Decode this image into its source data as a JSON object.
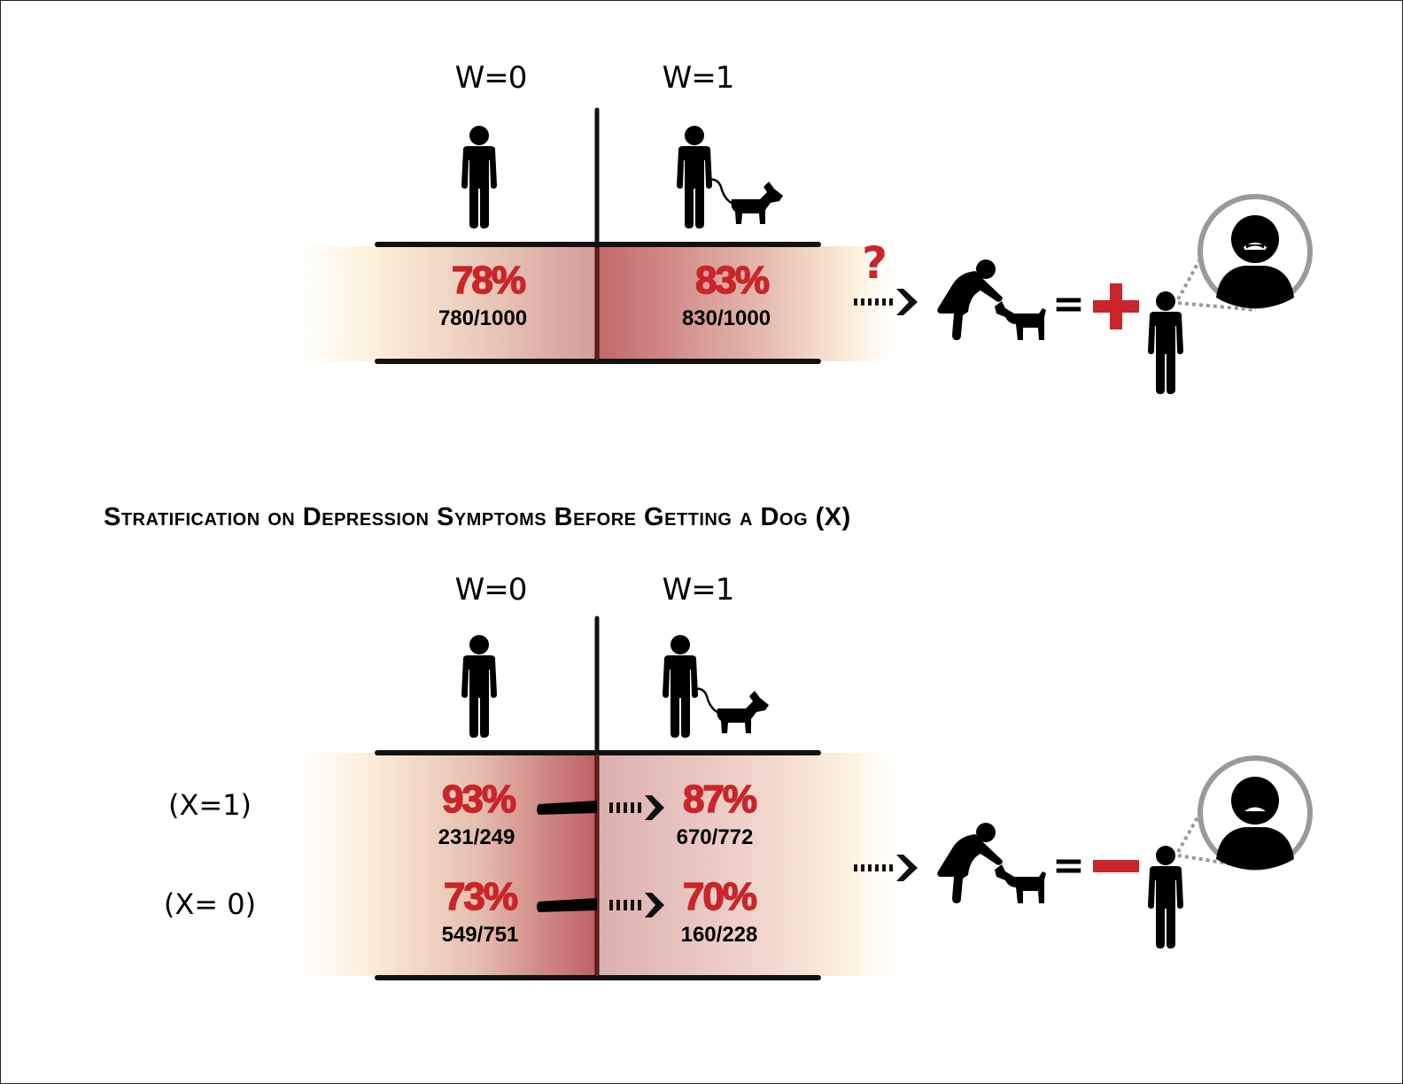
{
  "top_panel": {
    "columns": [
      "W=0",
      "W=1"
    ],
    "w0": {
      "percent": "78%",
      "count": "780/1000"
    },
    "w1": {
      "percent": "83%",
      "count": "830/1000"
    },
    "question_mark": "?",
    "equals": "=",
    "result_sign": "+"
  },
  "section_title": "Stratification on Depression Symptoms Before Getting a Dog (X)",
  "bottom_panel": {
    "columns": [
      "W=0",
      "W=1"
    ],
    "rows": [
      {
        "label": "(X=1)",
        "w0_percent": "93%",
        "w0_count": "231/249",
        "w1_percent": "87%",
        "w1_count": "670/772"
      },
      {
        "label": "(X= 0)",
        "w0_percent": "73%",
        "w0_count": "549/751",
        "w1_percent": "70%",
        "w1_count": "160/228"
      }
    ],
    "equals": "=",
    "result_sign": "minus"
  },
  "colors": {
    "accent_red": "#c9252b",
    "band_dark": "#b85458",
    "band_light": "#fdf3e0",
    "line": "#111111",
    "gray": "#9a9a9a"
  },
  "icons": [
    "person-icon",
    "person-walking-dog-icon",
    "person-petting-dog-icon",
    "sad-face-icon",
    "dotted-arrow-icon"
  ]
}
